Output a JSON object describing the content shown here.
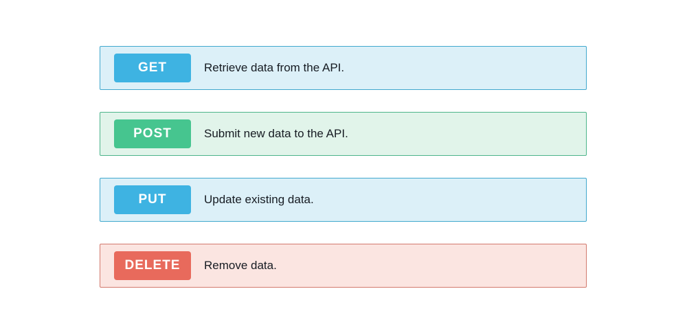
{
  "canvas": {
    "background": "#ffffff"
  },
  "text_color": "#161b22",
  "badge_text_color": "#ffffff",
  "rows": [
    {
      "method": "GET",
      "description": "Retrieve data from the API.",
      "badge_color": "#3eb3e2",
      "background": "#dcf0f8",
      "border_color": "#3fa7cd"
    },
    {
      "method": "POST",
      "description": "Submit new data to the API.",
      "badge_color": "#46c58f",
      "background": "#e1f4ea",
      "border_color": "#4bb489"
    },
    {
      "method": "PUT",
      "description": "Update existing data.",
      "badge_color": "#3eb3e2",
      "background": "#dcf0f8",
      "border_color": "#3fa7cd"
    },
    {
      "method": "DELETE",
      "description": "Remove data.",
      "badge_color": "#e86a5c",
      "background": "#fbe5e1",
      "border_color": "#d2786c"
    }
  ]
}
